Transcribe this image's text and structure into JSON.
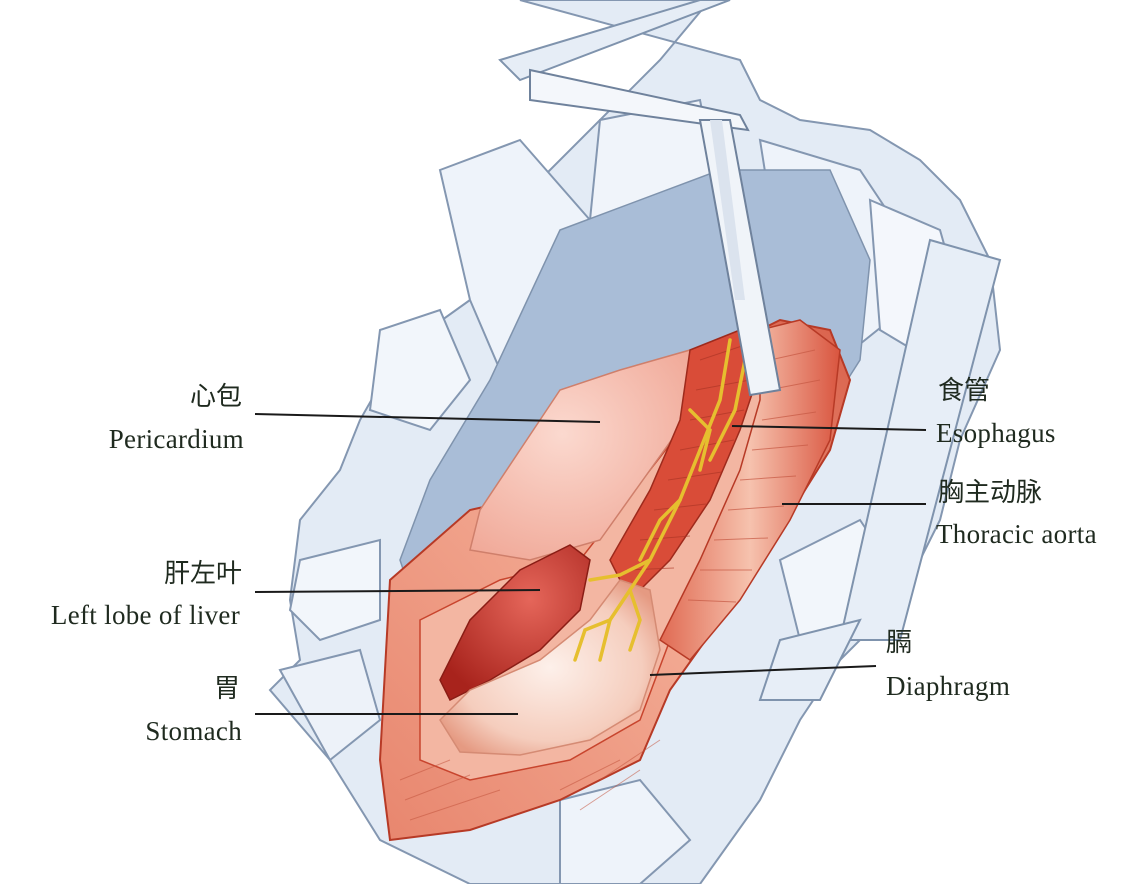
{
  "labels": {
    "pericardium": {
      "cn": "心包",
      "en": "Pericardium"
    },
    "left_lobe_liver": {
      "cn": "肝左叶",
      "en": "Left  lobe  of  liver"
    },
    "stomach": {
      "cn": "胃",
      "en": "Stomach"
    },
    "esophagus": {
      "cn": "食管",
      "en": "Esophagus"
    },
    "thoracic_aorta": {
      "cn": "胸主动脉",
      "en": "Thoracic  aorta"
    },
    "diaphragm": {
      "cn": "膈",
      "en": "Diaphragm"
    }
  },
  "colors": {
    "drape": "#dfe8f3",
    "drape_line": "#7f93ad",
    "cavity": "#9fb4cf",
    "tissue": "#f0a48c",
    "tissue_dark": "#c8452e",
    "liver": "#c9362b",
    "stomach": "#f7d6c8",
    "vessel": "#e9c335",
    "leader": "#1a1a1a"
  }
}
